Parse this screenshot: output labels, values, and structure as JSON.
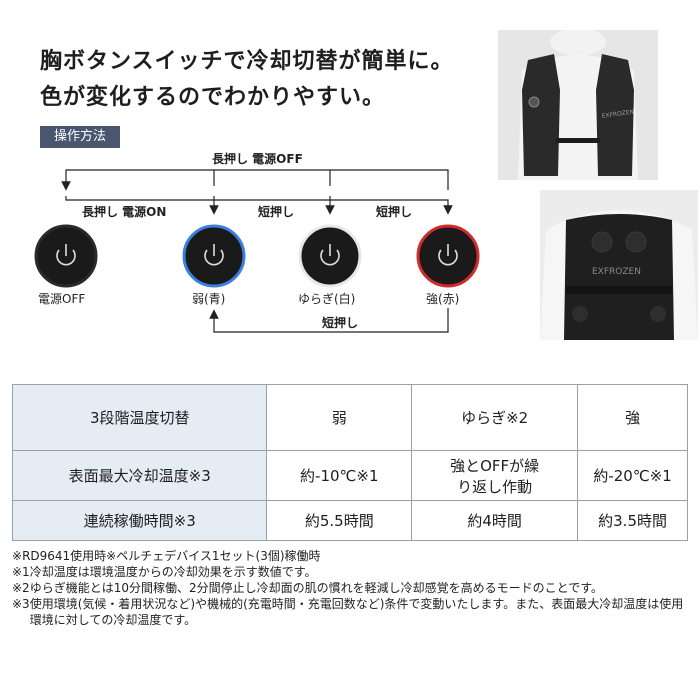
{
  "headline": {
    "line1": "胸ボタンスイッチで冷却切替が簡単に。",
    "line2": "色が変化するのでわかりやすい。"
  },
  "section_badge": "操作方法",
  "diagram": {
    "top_arrow_label": "長押し 電源OFF",
    "arrow1_label": "長押し 電源ON",
    "arrow2_label": "短押し",
    "arrow3_label": "短押し",
    "bottom_arrow_label": "短押し",
    "buttons": [
      {
        "label": "電源OFF",
        "ring_color": "#2a2a2a"
      },
      {
        "label": "弱(青)",
        "ring_color": "#3b7fe0"
      },
      {
        "label": "ゆらぎ(白)",
        "ring_color": "#e8e8e8"
      },
      {
        "label": "強(赤)",
        "ring_color": "#d42a2a"
      }
    ]
  },
  "photos": {
    "front_text": "EXFROZEN",
    "back_text": "EXFROZEN"
  },
  "table": {
    "header": [
      "3段階温度切替",
      "弱",
      "ゆらぎ※2",
      "強"
    ],
    "row1": [
      "表面最大冷却温度※3",
      "約-10℃※1",
      "強とOFFが繰り返し作動",
      "約-20℃※1"
    ],
    "row1_mid_lines": [
      "強とOFFが繰",
      "り返し作動"
    ],
    "row2": [
      "連続稼働時間※3",
      "約5.5時間",
      "約4時間",
      "約3.5時間"
    ]
  },
  "notes": [
    {
      "mark": "※",
      "text": "RD9641使用時※ペルチェデバイス1セット(3個)稼働時"
    },
    {
      "mark": "※1 ",
      "text": "冷却温度は環境温度からの冷却効果を示す数値です。"
    },
    {
      "mark": "※2 ",
      "text": "ゆらぎ機能とは10分間稼働、2分間停止し冷却面の肌の慣れを軽減し冷却感覚を高めるモードのことです。"
    },
    {
      "mark": "※3 ",
      "text": "使用環境(気候・着用状況など)や機械的(充電時間・充電回数など)条件で変動いたします。また、表面最大冷却温度は使用環境に対しての冷却温度です。"
    }
  ]
}
